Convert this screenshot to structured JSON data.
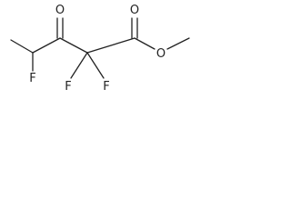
{
  "molecule": {
    "atoms": {
      "o_ketone": "O",
      "o_ester_carbonyl": "O",
      "o_ester": "O",
      "f_left": "F",
      "f_mid_left": "F",
      "f_mid_right": "F"
    },
    "colors": {
      "bond": "#222222",
      "label": "#222222",
      "background": "#ffffff"
    }
  }
}
